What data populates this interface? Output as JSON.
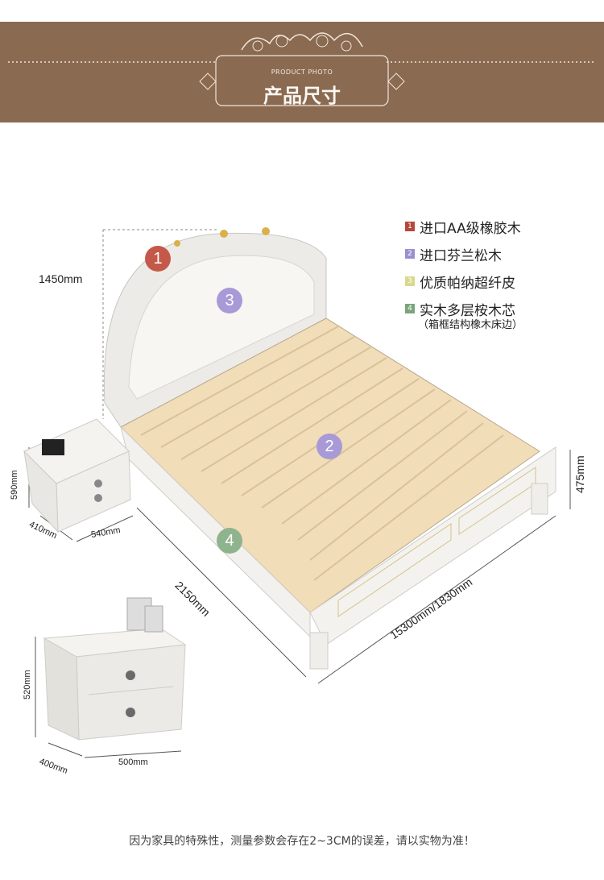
{
  "banner": {
    "subtitle": "PRODUCT PHOTO",
    "title": "产品尺寸"
  },
  "dimensions": {
    "bed_height": "1450mm",
    "footboard_height": "475mm",
    "bed_length": "2150mm",
    "bed_width": "15300mm/1830mm",
    "small_nightstand_height": "590mm",
    "small_nightstand_depth": "410mm",
    "small_nightstand_width": "540mm",
    "large_nightstand_height": "520mm",
    "large_nightstand_depth": "400mm",
    "large_nightstand_width": "500mm"
  },
  "legend": {
    "items": [
      {
        "num": "1",
        "label": "进口AA级橡胶木",
        "color": "#b5483c"
      },
      {
        "num": "2",
        "label": "进口芬兰松木",
        "color": "#9a8fd0"
      },
      {
        "num": "3",
        "label": "优质帕纳超纤皮",
        "color": "#d9d98c"
      },
      {
        "num": "4",
        "label": "实木多层桉木芯",
        "color": "#7aa57c"
      }
    ],
    "note": "（箱框结构橡木床边）"
  },
  "badges": [
    {
      "num": "1",
      "color": "#c4594a"
    },
    {
      "num": "3",
      "color": "#a79ad6"
    },
    {
      "num": "2",
      "color": "#a79ad6"
    },
    {
      "num": "4",
      "color": "#8fb48d"
    }
  ],
  "footer": "因为家具的特殊性，测量参数会存在2~3CM的误差，请以实物为准！"
}
